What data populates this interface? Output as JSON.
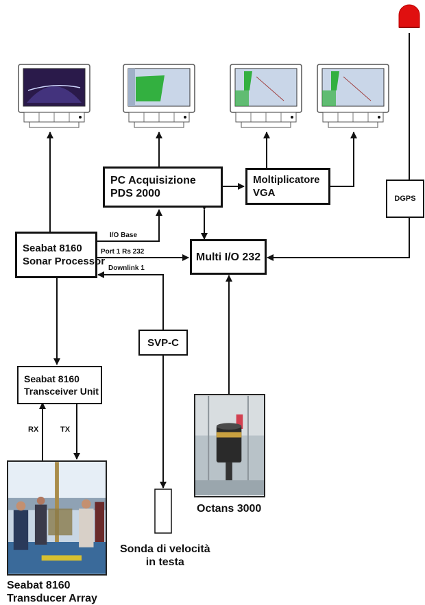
{
  "nodes": {
    "pc_acq": {
      "line1": "PC Acquisizione",
      "line2": "PDS 2000"
    },
    "vga": {
      "line1": "Moltiplicatore",
      "line2": "VGA"
    },
    "dgps": {
      "label": "DGPS"
    },
    "seabat_proc": {
      "line1": "Seabat 8160",
      "line2": "Sonar Processor"
    },
    "multi_io": {
      "label": "Multi I/O 232"
    },
    "svp": {
      "label": "SVP-C"
    },
    "transceiver": {
      "line1": "Seabat 8160",
      "line2": "Transceiver Unit"
    }
  },
  "link_labels": {
    "io_base": "I/O Base",
    "port1": "Port 1 Rs 232",
    "downlink": "Downlink 1",
    "rx": "RX",
    "tx": "TX"
  },
  "captions": {
    "octans": "Octans 3000",
    "sonda_line1": "Sonda di velocità",
    "sonda_line2": "in testa",
    "array_line1": "Seabat 8160",
    "array_line2": "Transducer Array"
  },
  "colors": {
    "line": "#111111",
    "antenna": "#e01010",
    "monitor_frame": "#ffffff",
    "screen_sonar": "#2a1a4a",
    "screen_map_bg": "#c9d6e8",
    "screen_green": "#33b040"
  }
}
